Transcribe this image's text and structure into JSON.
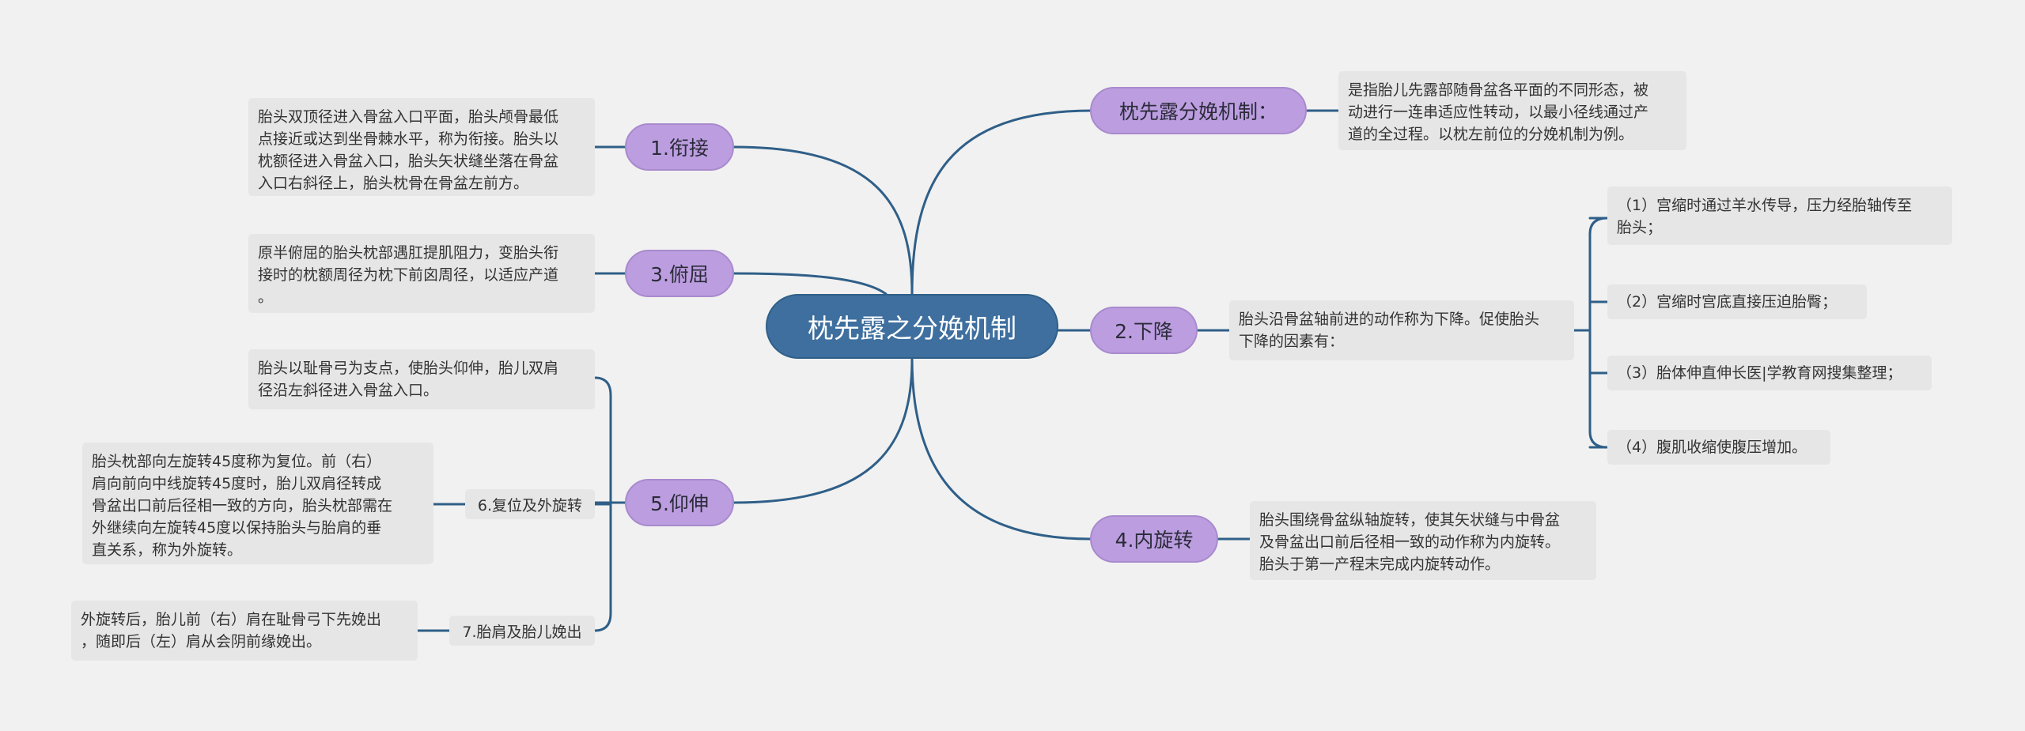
{
  "root": {
    "title": "枕先露之分娩机制"
  },
  "left": {
    "engage": {
      "label": "1.衔接",
      "note": "胎头双顶径进入骨盆入口平面，胎头颅骨最低\n点接近或达到坐骨棘水平，称为衔接。胎头以\n枕额径进入骨盆入口，胎头矢状缝坐落在骨盆\n入口右斜径上，胎头枕骨在骨盆左前方。"
    },
    "flexion": {
      "label": "3.俯屈",
      "note": "原半俯屈的胎头枕部遇肛提肌阻力，变胎头衔\n接时的枕额周径为枕下前囟周径，以适应产道\n。"
    },
    "extension": {
      "label": "5.仰伸",
      "note": "胎头以耻骨弓为支点，使胎头仰伸，胎儿双肩\n径沿左斜径进入骨盆入口。",
      "restitution": {
        "label": "6.复位及外旋转",
        "note": "胎头枕部向左旋转45度称为复位。前（右）\n肩向前向中线旋转45度时，胎儿双肩径转成\n骨盆出口前后径相一致的方向，胎头枕部需在\n外继续向左旋转45度以保持胎头与胎肩的垂\n直关系，称为外旋转。"
      },
      "delivery": {
        "label": "7.胎肩及胎儿娩出",
        "note": "外旋转后，胎儿前（右）肩在耻骨弓下先娩出\n，随即后（左）肩从会阴前缘娩出。"
      }
    }
  },
  "right": {
    "mechanism": {
      "label": "枕先露分娩机制：",
      "note": "是指胎儿先露部随骨盆各平面的不同形态，被\n动进行一连串适应性转动，以最小径线通过产\n道的全过程。以枕左前位的分娩机制为例。"
    },
    "descent": {
      "label": "2.下降",
      "note": "胎头沿骨盆轴前进的动作称为下降。促使胎头\n下降的因素有：",
      "factors": [
        "（1）宫缩时通过羊水传导，压力经胎轴传至\n胎头；",
        "（2）宫缩时宫底直接压迫胎臀；",
        "（3）胎体伸直伸长医|学教育网搜集整理；",
        "（4）腹肌收缩使腹压增加。"
      ]
    },
    "rotation": {
      "label": "4.内旋转",
      "note": "胎头围绕骨盆纵轴旋转，使其矢状缝与中骨盆\n及骨盆出口前后径相一致的动作称为内旋转。\n胎头于第一产程末完成内旋转动作。"
    }
  },
  "colors": {
    "root": "#3e6f9e",
    "branch": "#bc9ee0",
    "note": "#e6e6e6",
    "line": "#2f5f88"
  }
}
